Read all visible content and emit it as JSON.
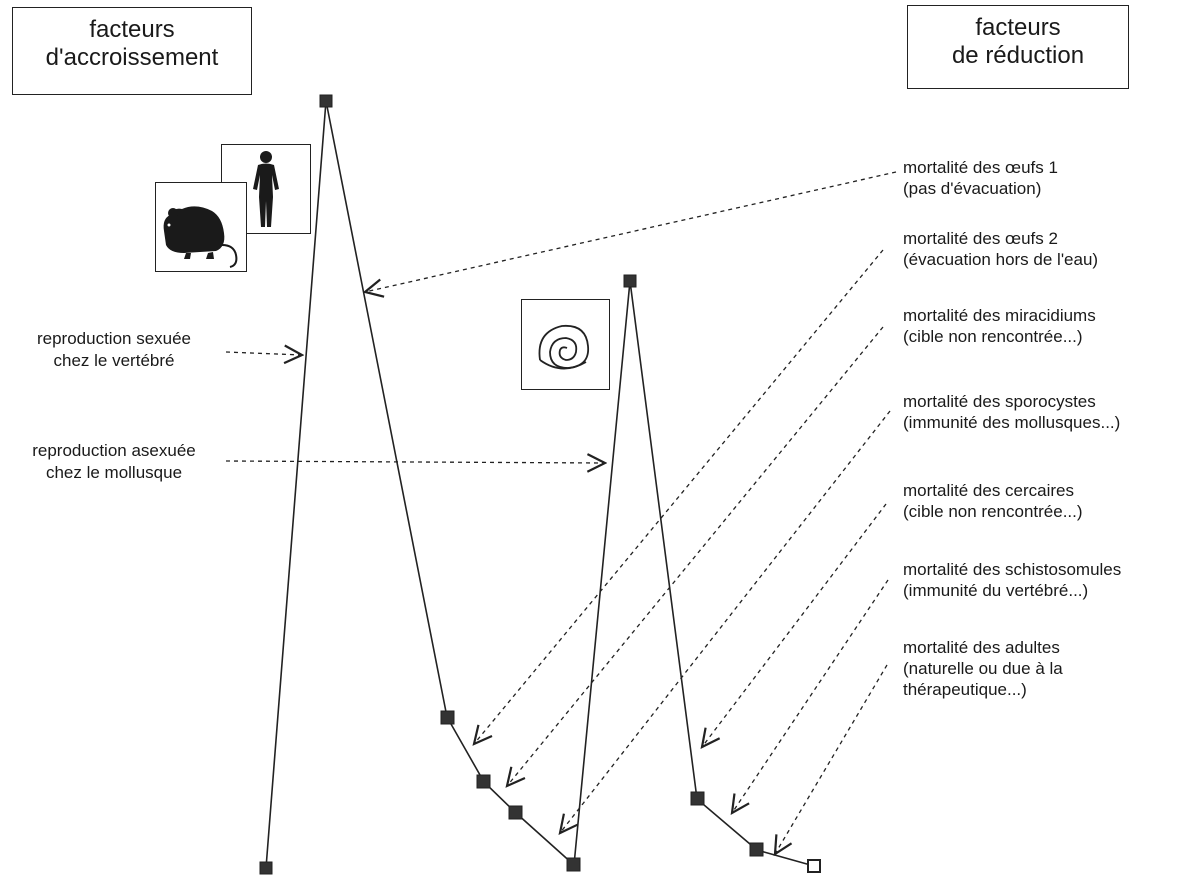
{
  "headers": {
    "increase_factors": [
      "facteurs",
      "d'accroissement"
    ],
    "reduction_factors": [
      "facteurs",
      "de réduction"
    ]
  },
  "left_labels": {
    "sexual": [
      "reproduction sexuée",
      "chez le vertébré"
    ],
    "asexual": [
      "reproduction asexuée",
      "chez le mollusque"
    ]
  },
  "mortality": [
    [
      "mortalité des œufs 1",
      "(pas d'évacuation)"
    ],
    [
      "mortalité des œufs 2",
      "(évacuation hors de l'eau)"
    ],
    [
      "mortalité des miracidiums",
      "(cible non rencontrée...)"
    ],
    [
      "mortalité des sporocystes",
      "(immunité des mollusques...)"
    ],
    [
      "mortalité des cercaires",
      "(cible non rencontrée...)"
    ],
    [
      "mortalité des schistosomules",
      "(immunité du vertébré...)"
    ],
    [
      "mortalité des adultes",
      "(naturelle ou due à la",
      "thérapeutique...)"
    ]
  ],
  "icons": {
    "vertebrate_hosts": [
      "rodent-icon",
      "human-icon"
    ],
    "snail": "snail-shell-icon"
  },
  "colors": {
    "ink": "#222222",
    "node_fill": "#333333",
    "end_node_fill": "#ffffff"
  }
}
